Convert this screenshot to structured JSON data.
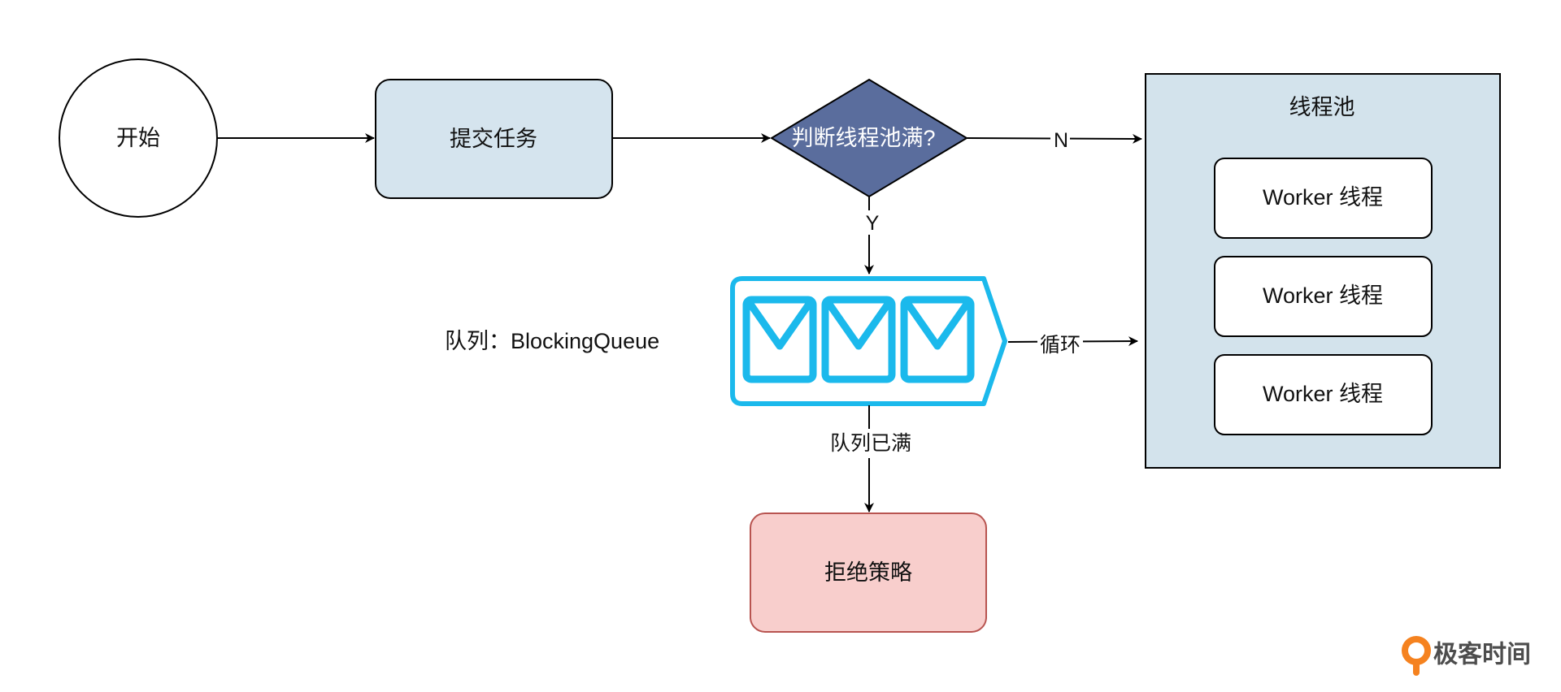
{
  "nodes": {
    "start": "开始",
    "submit": "提交任务",
    "decision": "判断线程池满?",
    "pool_title": "线程池",
    "workers": [
      "Worker 线程",
      "Worker 线程",
      "Worker 线程"
    ],
    "queue_label": "队列：BlockingQueue",
    "reject": "拒绝策略"
  },
  "edges": {
    "no": "N",
    "yes": "Y",
    "loop": "循环",
    "queue_full": "队列已满"
  },
  "logo": {
    "text": "极客时间"
  },
  "colors": {
    "submit_fill": "#d5e4ee",
    "decision_fill": "#5a6d9d",
    "pool_fill": "#d3e3ec",
    "reject_fill": "#f8cecc",
    "reject_stroke": "#b85450",
    "queue_color": "#1bb9ec",
    "logo_color": "#f5821f"
  }
}
